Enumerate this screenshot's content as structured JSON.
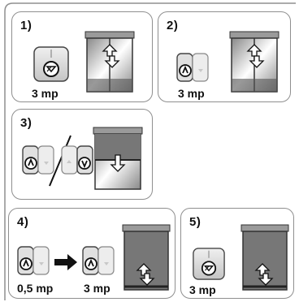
{
  "steps": [
    {
      "number": "1)",
      "caption": "3 mp",
      "button": "up-down",
      "blind": "up-down arrow"
    },
    {
      "number": "2)",
      "caption": "3 mp",
      "button": "up",
      "blind": "up-down arrow"
    },
    {
      "number": "3)",
      "caption": "",
      "button": "up / down",
      "blind": "down arrow"
    },
    {
      "number": "4)",
      "caption_first": "0,5 mp",
      "caption_second": "3 mp",
      "button": "up then up",
      "blind": "up-down arrow"
    },
    {
      "number": "5)",
      "caption": "3 mp",
      "button": "up-down",
      "blind": "up-down arrow"
    }
  ],
  "colors": {
    "border": "#8f8f8f",
    "button_light": "#e6e6e6",
    "button_dark": "#bdbdbd",
    "blind_dark": "#777777",
    "ink": "#111111"
  }
}
